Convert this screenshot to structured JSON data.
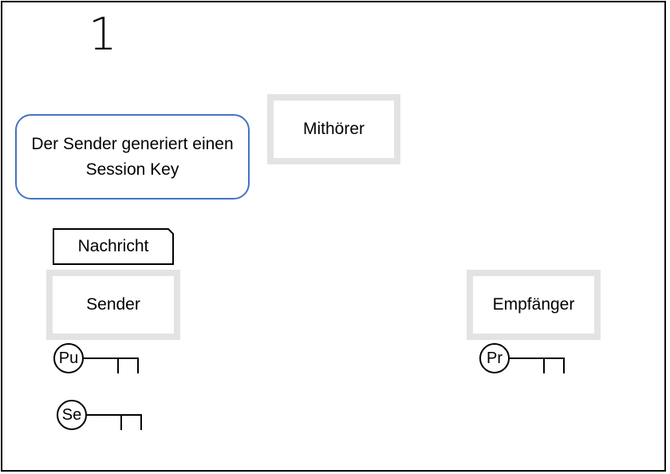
{
  "step_number": "1",
  "callout_text": "Der Sender generiert einen Session Key",
  "nodes": {
    "mithoerer": "Mithörer",
    "sender": "Sender",
    "empfaenger": "Empfänger"
  },
  "message_label": "Nachricht",
  "keys": {
    "sender_public": "Pu",
    "sender_session": "Se",
    "receiver_private": "Pr"
  },
  "colors": {
    "callout_border": "#4472c4",
    "node_border": "#e3e3e3"
  }
}
